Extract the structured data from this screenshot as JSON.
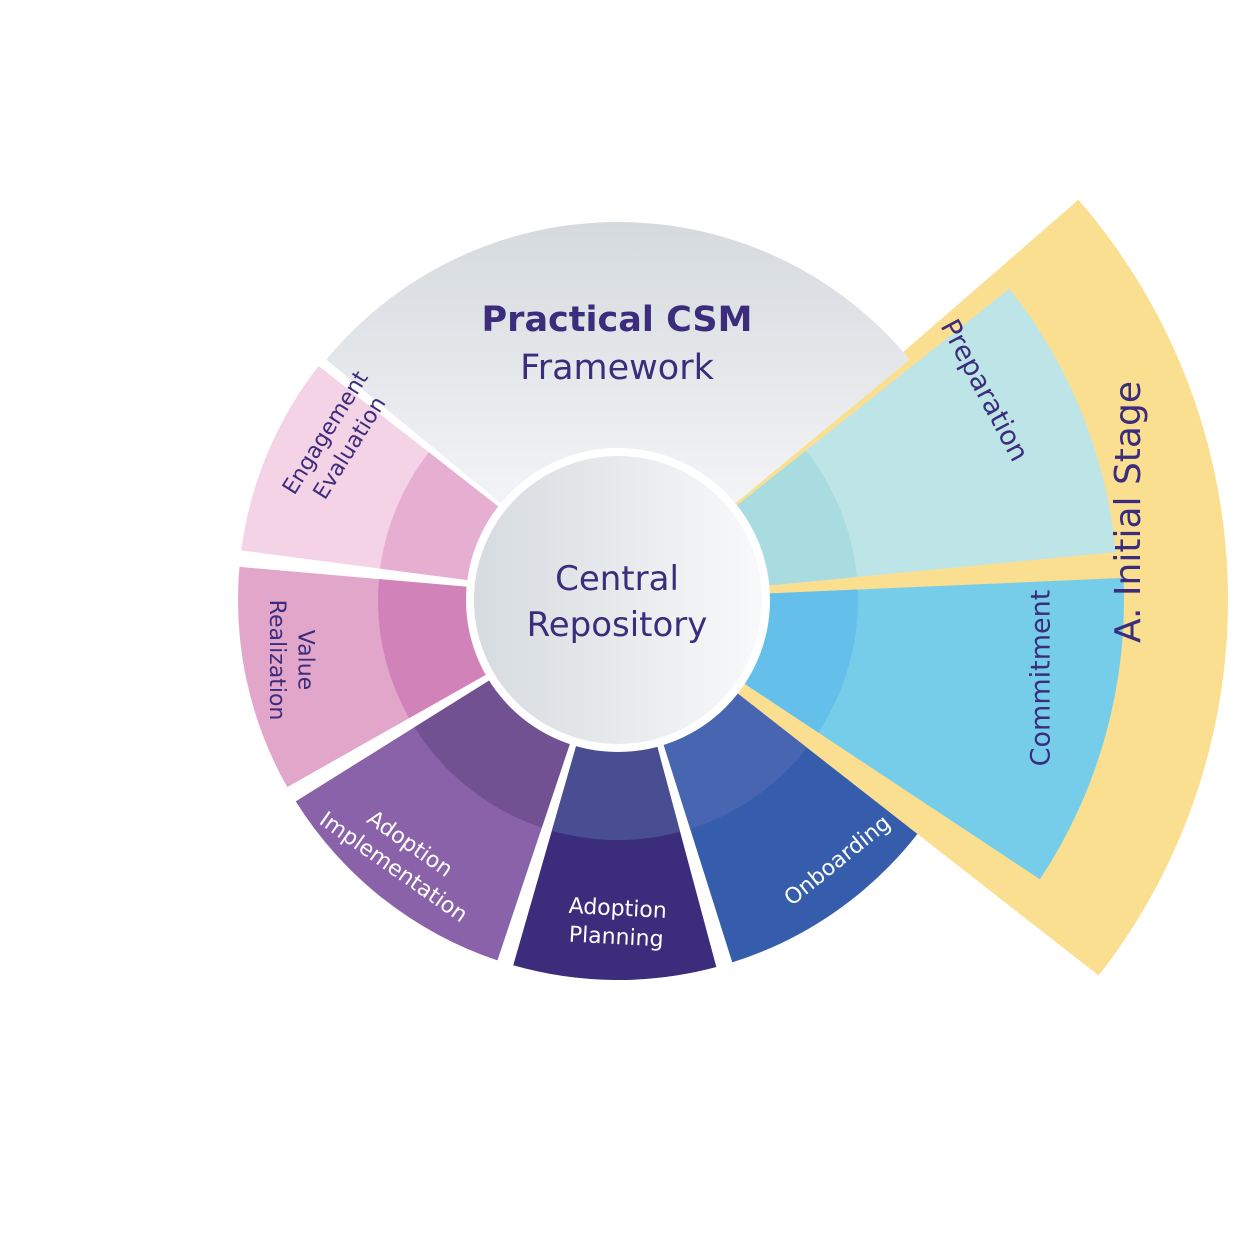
{
  "title": {
    "bold": "Practical CSM",
    "regular": "Framework"
  },
  "center": {
    "line1": "Central",
    "line2": "Repository"
  },
  "stage": {
    "label": "A. Initial Stage",
    "color": "#FBDF91"
  },
  "segments": [
    {
      "id": "preparation",
      "lines": [
        "Preparation"
      ],
      "color": "#BDE4E6",
      "inner_color": "#A5DBDF",
      "text_color": "#3B2C7C"
    },
    {
      "id": "commitment",
      "lines": [
        "Commitment"
      ],
      "color": "#76CDE9",
      "inner_color": "#62BDEA",
      "text_color": "#3B2C7C"
    },
    {
      "id": "onboarding",
      "lines": [
        "Onboarding"
      ],
      "color": "#355DAC",
      "inner_color": "#4A66B0",
      "text_color": "#FFFFFF"
    },
    {
      "id": "adoption-planning",
      "lines": [
        "Adoption",
        "Planning"
      ],
      "color": "#3B2C7C",
      "inner_color": "#4C5496",
      "text_color": "#FFFFFF"
    },
    {
      "id": "adoption-implementation",
      "lines": [
        "Adoption",
        "Implementation"
      ],
      "color": "#8962AA",
      "inner_color": "#6D4F8E",
      "text_color": "#FFFFFF"
    },
    {
      "id": "value-realization",
      "lines": [
        "Value",
        "Realization"
      ],
      "color": "#E3A6CB",
      "inner_color": "#CE7BB6",
      "text_color": "#3B2C7C"
    },
    {
      "id": "engagement-evaluation",
      "lines": [
        "Engagement",
        "Evaluation"
      ],
      "color": "#F5D3E6",
      "inner_color": "#E3A8CD",
      "text_color": "#3B2C7C"
    }
  ],
  "colors": {
    "text_primary": "#3B2C7C",
    "framework_top": "#D5DADE",
    "framework_bottom": "#F3F4F6",
    "center_left": "#D6DBDF",
    "center_right": "#F8F9FA"
  }
}
